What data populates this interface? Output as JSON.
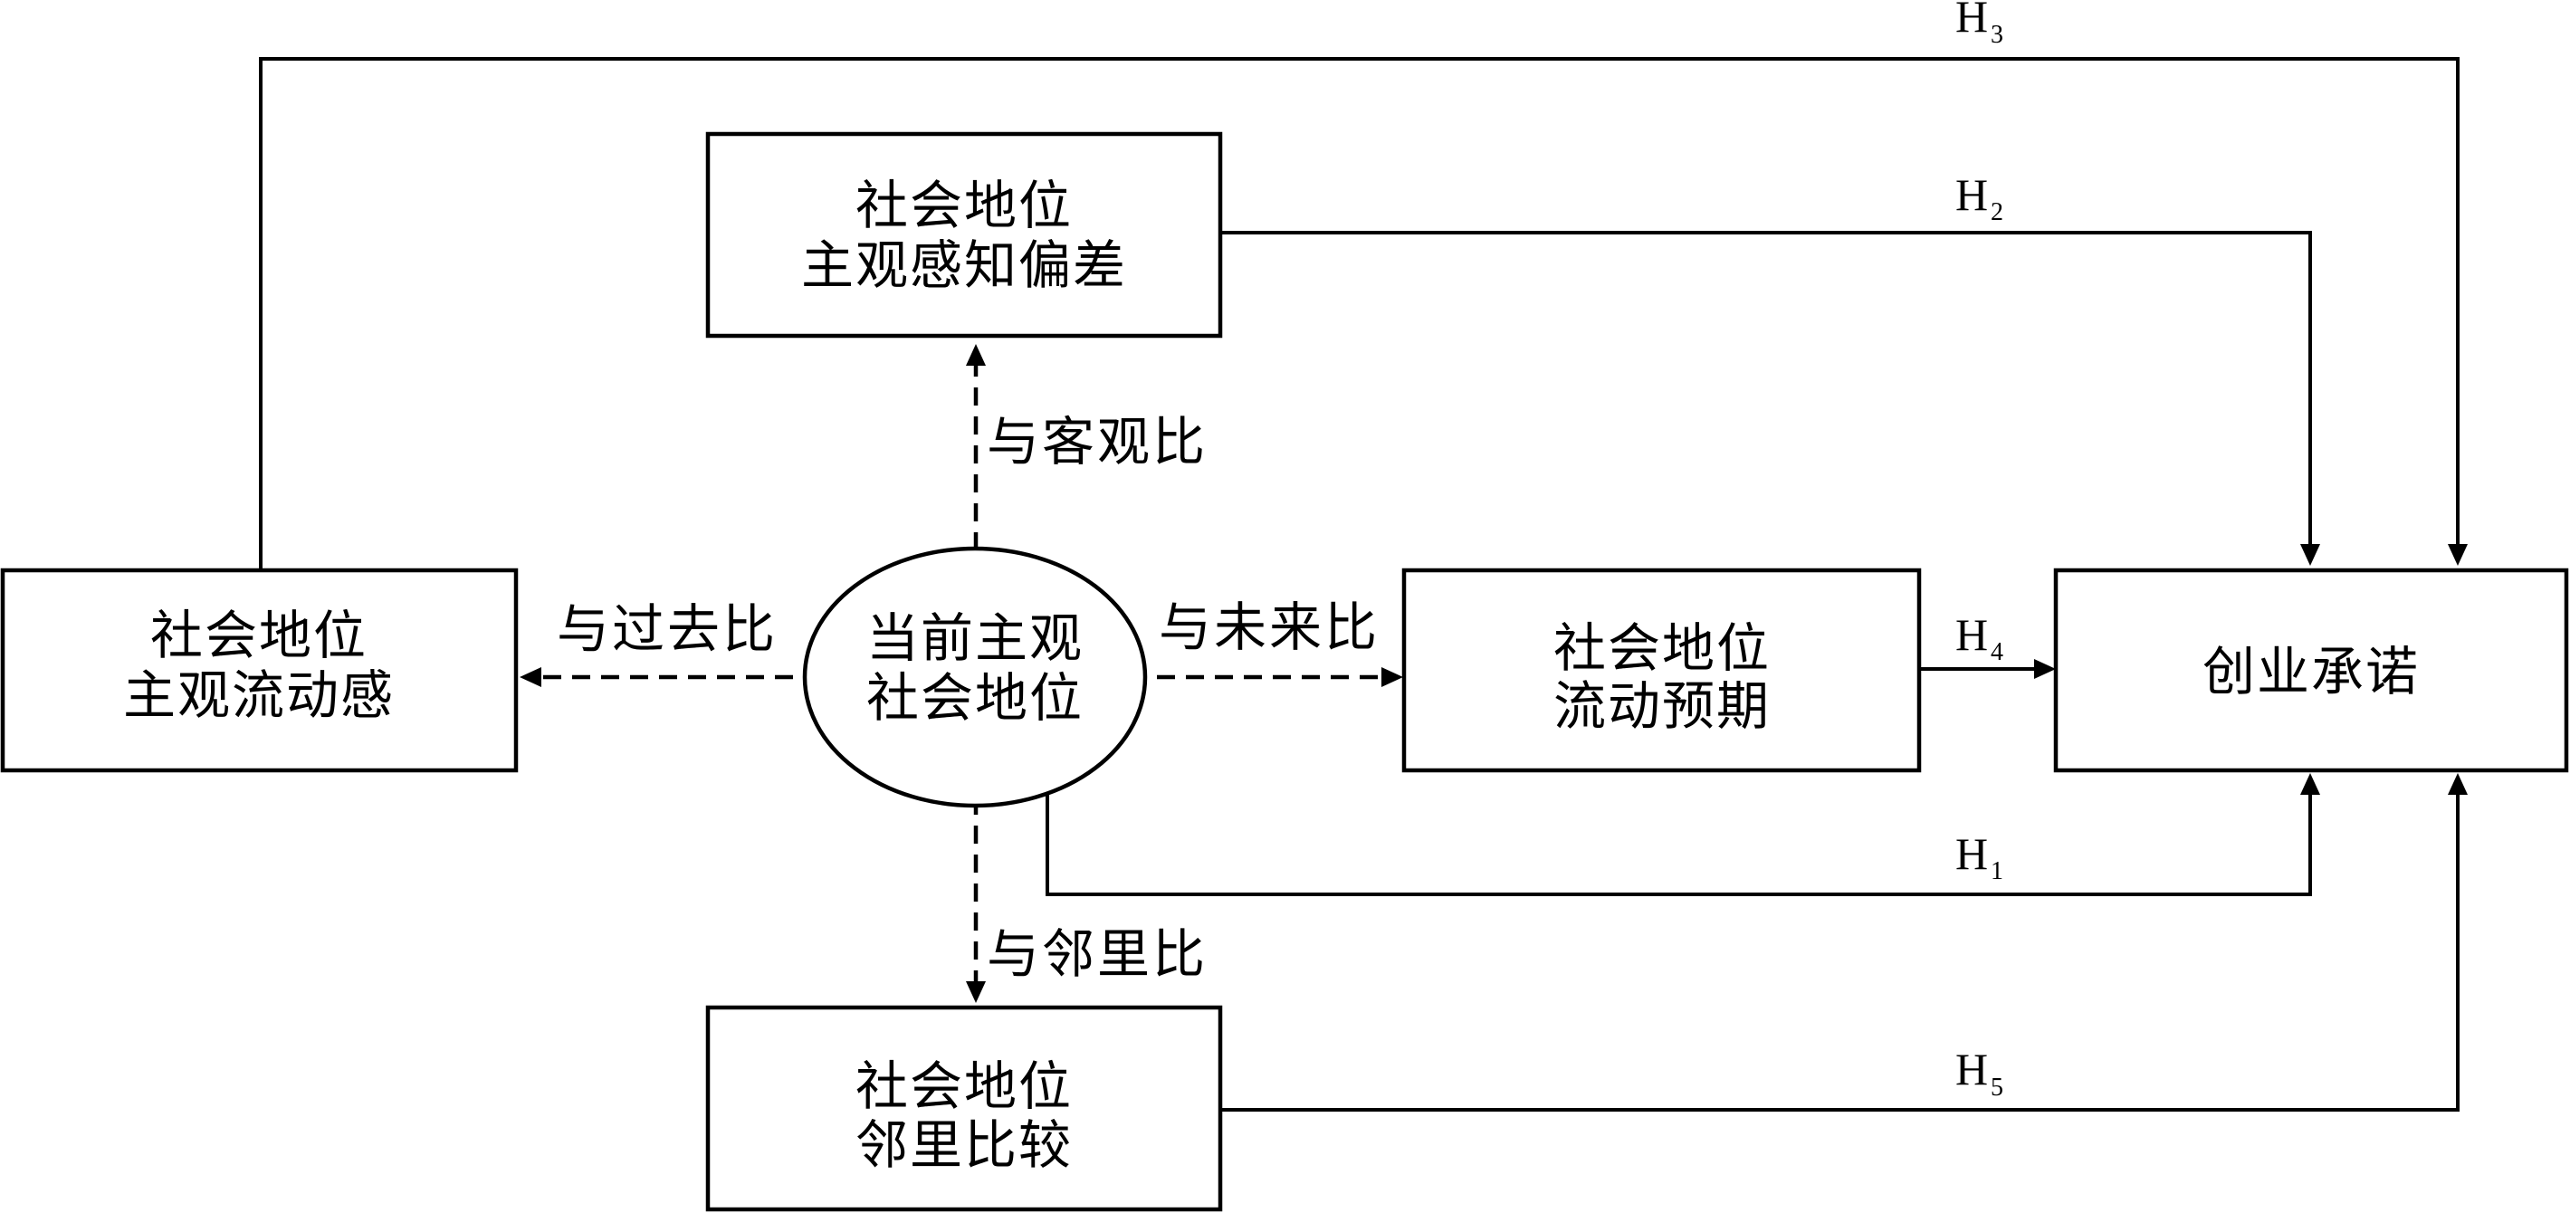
{
  "nodes": {
    "mobility_sense": {
      "line1": "社会地位",
      "line2": "主观流动感"
    },
    "perception_bias": {
      "line1": "社会地位",
      "line2": "主观感知偏差"
    },
    "current_status": {
      "line1": "当前主观",
      "line2": "社会地位"
    },
    "neighbor_comparison": {
      "line1": "社会地位",
      "line2": "邻里比较"
    },
    "mobility_expectation": {
      "line1": "社会地位",
      "line2": "流动预期"
    },
    "commitment": {
      "line1": "创业承诺"
    }
  },
  "edges": {
    "past": "与过去比",
    "objective": "与客观比",
    "future": "与未来比",
    "neighbor": "与邻里比"
  },
  "hypotheses": {
    "h1": {
      "letter": "H",
      "num": "1"
    },
    "h2": {
      "letter": "H",
      "num": "2"
    },
    "h3": {
      "letter": "H",
      "num": "3"
    },
    "h4": {
      "letter": "H",
      "num": "4"
    },
    "h5": {
      "letter": "H",
      "num": "5"
    }
  }
}
